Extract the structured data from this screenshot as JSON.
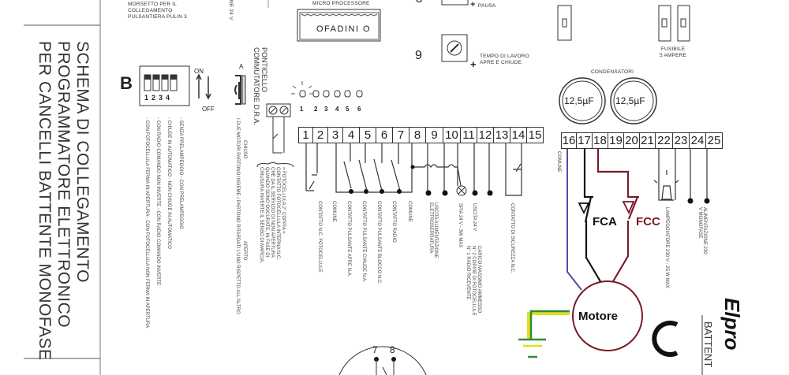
{
  "title": {
    "lines": [
      "SCHEMA DI COLLEGAMENTO",
      "PROGRAMMATORE ELETTRONICO",
      "PER CANCELLI BATTENTE MONOFASE"
    ]
  },
  "top_labels": {
    "morsetto": [
      "MORSETTO PER IL",
      "COLLEGAMENTO",
      "PULSANTIERA PULIN 3"
    ],
    "ne24v": "NE 24 V",
    "micro": "MICRO PROCESSORE",
    "chip_brand": "OFADINI O",
    "pausa": "PAUSA",
    "trimmer_8": "8",
    "trimmer_9": "9",
    "tempo": [
      "TEMPO DI LAVORO",
      "APRE E CHIUDE"
    ],
    "fusibile": [
      "FUSIBILE",
      "5 AMPERE"
    ],
    "condensatori": "CONDENSATORI",
    "cap1": "12,5µF",
    "cap2": "12,5µF"
  },
  "dip": {
    "letter": "B",
    "switches": [
      "1",
      "2",
      "3",
      "4"
    ],
    "on": "ON",
    "off": "OFF",
    "descriptions": [
      "- SENZA PRELAMPEGGIO - CON PRELAMPEGGIO",
      "- CHIUDE IN AUTOMATICO - NON CHIUDE IN AUTOMATICO",
      "- CON RADIO COMANDO NON INVERTE - CON RADIO COMANDO INVERTE",
      "- CON FOTOCELLULA FERMA IN APERTURA - CON FOTOCELLULA NON FERMA IN APERTURA"
    ]
  },
  "ponticello": {
    "letter": "A",
    "label": [
      "PONTICELLO",
      "COMMUTATORE D.R.A."
    ],
    "chiuso": "CHIUSO",
    "aperto": "APERTO",
    "desc": "I DUE MOTORI PARTONO INSIEME / PARTONO RITARDATI L'UNO RISPETTO ALL'ALTRO"
  },
  "leds": [
    "1",
    "2",
    "3",
    "4",
    "5",
    "6"
  ],
  "fotocellula_note": [
    "= FOTOCELLULA 2° COPPIA =",
    "CONTATTO FOTOCELLULA INTERNA N.C.",
    "CHE DA IL SERVIZIO DI NON APERTURA",
    "QUANDO SONO OSCURATE, IN FASE DI",
    "CHIUSURA INVERTE IL SENSO DI MARCIA."
  ],
  "terminals_a": [
    "1",
    "2",
    "3",
    "4",
    "5",
    "6",
    "7",
    "8",
    "9",
    "10",
    "11",
    "12",
    "13",
    "14",
    "15"
  ],
  "terminals_b": [
    "16",
    "17",
    "18",
    "19",
    "20",
    "21",
    "22",
    "23",
    "24",
    "25"
  ],
  "terminal_labels": {
    "t1": "CONTATTO N.C. FOTOCELLULE",
    "t3": "COMUNE",
    "t4": "CONTATTO PULSANTE APRE N.A.",
    "t5": "CONTATTO PULSANTE CHIUDE N.A.",
    "t6": "CONTATTO PULSANTE BLOCCO N.C.",
    "t7": "CONTATTO RADIO",
    "t8": "COMUNE",
    "t9": "USCITA ALIMENTAZIONE ELETTROSERRATURA",
    "t11": "SPIA 24 V - 3W MAX",
    "t12": "USCITA 24 V",
    "carico": [
      "CARICO MASSIMO AMMESSO",
      "N° 2 COPPIE DI FOTOCELLULE",
      "N° 1 RADIO RICEVENTE"
    ],
    "t14": "CONTATTO DI SICUREZZA N.C.",
    "t16": "COMUNE",
    "t22": "LAMPEGGIATORE 230 V - 25 W MAX",
    "t24": "ALIMENTAZIONE 230 V MONOFASE"
  },
  "motor": {
    "label": "Motore",
    "fca": "FCA",
    "fcc": "FCC"
  },
  "connector": [
    "7",
    "8"
  ],
  "brand": {
    "name": "Elpro",
    "sub": "BATTENT"
  },
  "colors": {
    "blue": "#4a4fa8",
    "black": "#111111",
    "maroon": "#7a1a26",
    "green": "#2e8b3a",
    "yellow": "#e0e020"
  }
}
